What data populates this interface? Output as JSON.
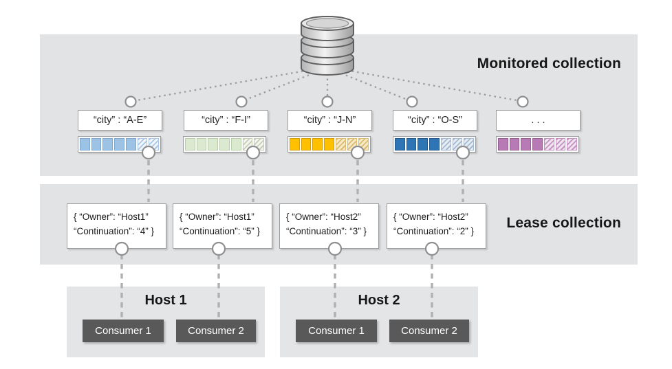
{
  "monitored_section": {
    "title": "Monitored collection"
  },
  "lease_section": {
    "title": "Lease collection"
  },
  "icons": {
    "database": "database-cylinder-icon"
  },
  "colors": {
    "band_background": "#e2e3e5",
    "box_border": "#9c9c9c",
    "consumer_background": "#595959",
    "connector": "#a6a6a6"
  },
  "partitions": [
    {
      "label": "“city” : “A-E”",
      "solid_segments": 5,
      "hatched_segments": 2,
      "has_lease": true,
      "color": "#9cc2e5",
      "border": "#7da7cd",
      "hatch_fg": "#a9c6e4",
      "hatch_bg": "#f2f6fb"
    },
    {
      "label": "“city” : “F-I”",
      "solid_segments": 5,
      "hatched_segments": 2,
      "has_lease": true,
      "color": "#dbe9d0",
      "border": "#b9cfa9",
      "hatch_fg": "#c5cdb6",
      "hatch_bg": "#f4f5ef"
    },
    {
      "label": "“city” : “J-N”",
      "solid_segments": 4,
      "hatched_segments": 3,
      "has_lease": true,
      "color": "#ffc000",
      "border": "#d89d00",
      "hatch_fg": "#dcbb70",
      "hatch_bg": "#f6e9c6"
    },
    {
      "label": "“city” : “O-S”",
      "solid_segments": 4,
      "hatched_segments": 3,
      "has_lease": true,
      "color": "#2e75b6",
      "border": "#24598a",
      "hatch_fg": "#a3b8d1",
      "hatch_bg": "#e7ebf2"
    },
    {
      "label": ". . .",
      "solid_segments": 4,
      "hatched_segments": 3,
      "has_lease": false,
      "color": "#b77ab4",
      "border": "#966093",
      "hatch_fg": "#c493c1",
      "hatch_bg": "#f0e2ef"
    }
  ],
  "leases": [
    {
      "line1": "{ “Owner”: “Host1”",
      "line2": "“Continuation”: “4” }"
    },
    {
      "line1": "{ “Owner”: “Host1”",
      "line2": "“Continuation”: “5” }"
    },
    {
      "line1": "{ “Owner”: “Host2”",
      "line2": "“Continuation”: “3” }"
    },
    {
      "line1": "{ “Owner”: “Host2”",
      "line2": "“Continuation”: “2” }"
    }
  ],
  "hosts": [
    {
      "title": "Host 1",
      "consumers": [
        "Consumer 1",
        "Consumer 2"
      ]
    },
    {
      "title": "Host 2",
      "consumers": [
        "Consumer 1",
        "Consumer 2"
      ]
    }
  ]
}
